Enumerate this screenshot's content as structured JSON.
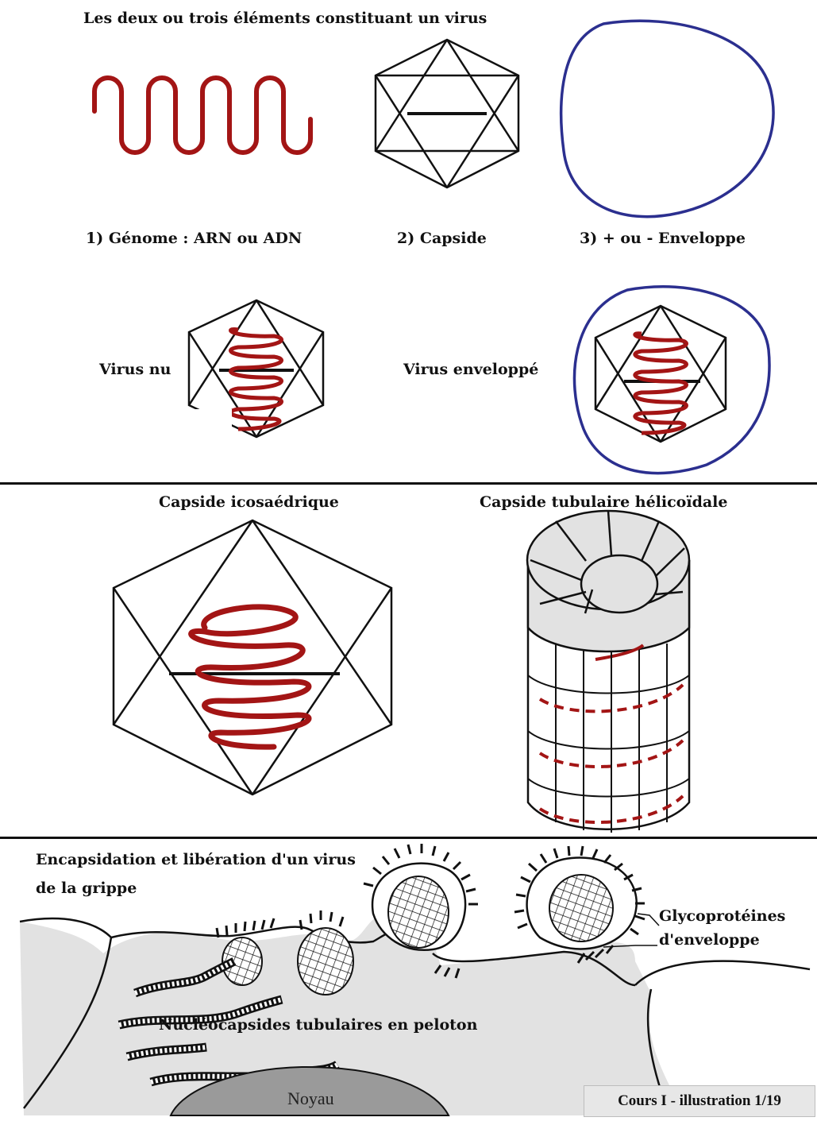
{
  "panel1": {
    "title": "Les deux ou trois éléments constituant un virus",
    "label_genome": "1) Génome : ARN ou ADN",
    "label_capside": "2) Capside",
    "label_enveloppe": "3) + ou - Enveloppe",
    "label_virus_nu": "Virus nu",
    "label_virus_enveloppe": "Virus enveloppé"
  },
  "panel2": {
    "label_icosaedrique": "Capside icosaédrique",
    "label_tubulaire": "Capside tubulaire hélicoïdale"
  },
  "panel3": {
    "title_line1": "Encapsidation et libération d'un virus",
    "title_line2": "de la grippe",
    "label_glyco_line1": "Glycoprotéines",
    "label_glyco_line2": "d'enveloppe",
    "label_nucleocapsides": "Nucléocapsides tubulaires en peloton",
    "label_noyau": "Noyau"
  },
  "footer": {
    "credit": "Cours I - illustration 1/19"
  },
  "colors": {
    "genome_red": "#a31515",
    "envelope_blue": "#2b2f8f",
    "cytoplasm_gray": "#e2e2e2",
    "nucleus_gray": "#9a9a9a"
  }
}
